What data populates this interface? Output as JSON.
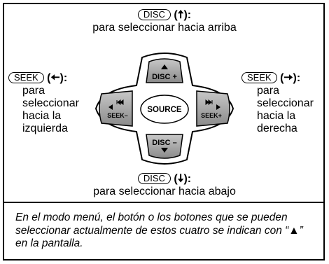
{
  "top": {
    "key": "DISC",
    "arrow": "(🠅):",
    "text": "para seleccionar hacia arriba"
  },
  "left": {
    "key": "SEEK",
    "arrow": "(🠄):",
    "lines": [
      "para",
      "seleccionar",
      "hacia la",
      "izquierda"
    ]
  },
  "right": {
    "key": "SEEK",
    "arrow": "(🠆):",
    "lines": [
      "para",
      "seleccionar",
      "hacia la",
      "derecha"
    ]
  },
  "bottom": {
    "key": "DISC",
    "arrow": "(🠇):",
    "text": "para seleccionar hacia abajo"
  },
  "pad": {
    "up_label": "DISC +",
    "down_label": "DISC –",
    "left_label": "SEEK–",
    "right_label": "SEEK+",
    "center_label": "SOURCE"
  },
  "note": "En el modo menú, el botón o los botones que se pueden seleccionar actualmente de estos cuatro se indican con “▲” en la pantalla."
}
